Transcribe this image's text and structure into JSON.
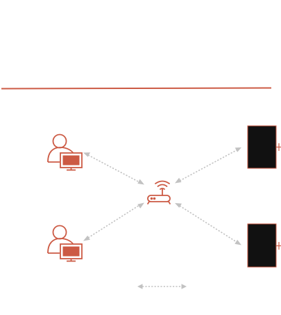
{
  "colors": {
    "accent": "#cc5a44",
    "connector": "#c2c2c2",
    "panel": "#111111",
    "background": "#ffffff"
  },
  "icons": {
    "users": [
      "user-at-computer-icon",
      "user-at-computer-icon"
    ],
    "hub": "wifi-router-icon",
    "devices": [
      "dark-monitor-panel-icon",
      "dark-monitor-panel-icon"
    ]
  },
  "diagram": {
    "nodes": [
      "user-top-left",
      "user-bottom-left",
      "router",
      "monitor-top-right",
      "monitor-bottom-right"
    ],
    "edges": [
      [
        "user-top-left",
        "router"
      ],
      [
        "user-bottom-left",
        "router"
      ],
      [
        "router",
        "monitor-top-right"
      ],
      [
        "router",
        "monitor-bottom-right"
      ]
    ],
    "edge_style": "dashed, bidirectional arrows",
    "has_header_rule": true,
    "has_legend_arrow": true
  }
}
